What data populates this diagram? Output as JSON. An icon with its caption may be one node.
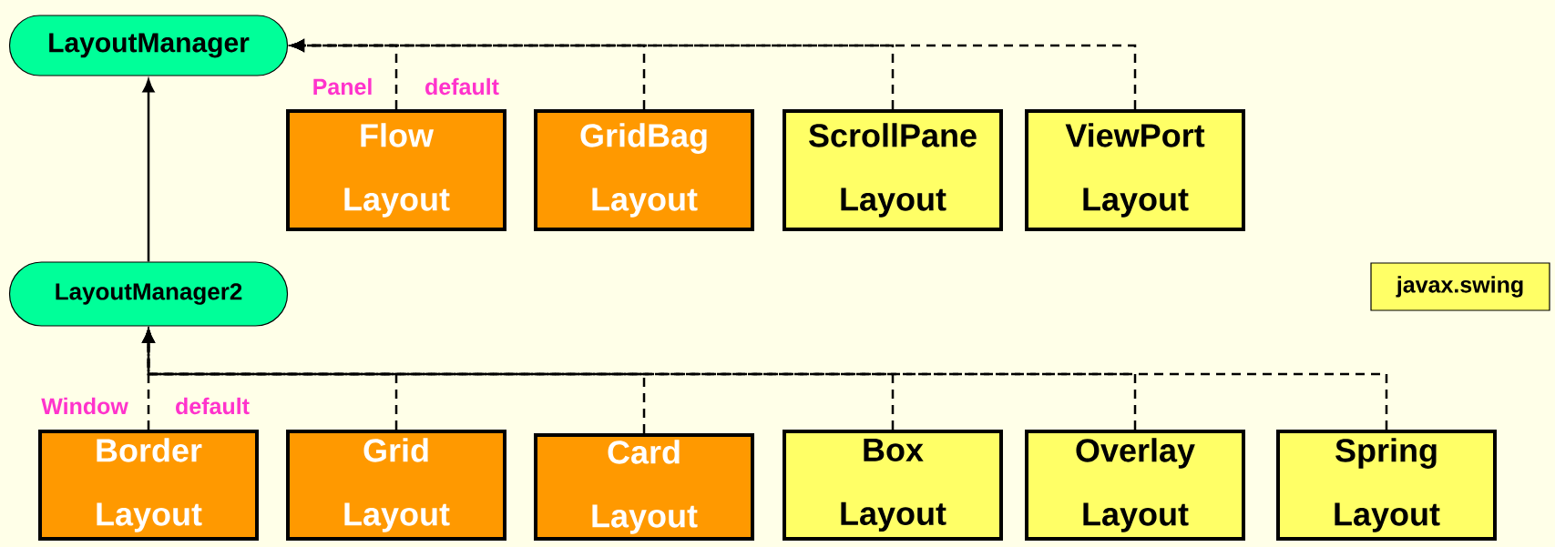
{
  "diagram": {
    "nodes": [
      {
        "text": [
          "LayoutManager"
        ]
      },
      {
        "text": [
          "LayoutManager2"
        ]
      },
      {
        "text": [
          "Flow Layout"
        ]
      },
      {
        "text": [
          "GridBag Layout"
        ]
      },
      {
        "text": [
          "ScrollPane Layout"
        ]
      },
      {
        "text": [
          "ViewPort Layout"
        ]
      },
      {
        "text": [
          "Border Layout"
        ]
      },
      {
        "text": [
          "Grid Layout"
        ]
      },
      {
        "text": [
          "Card Layout"
        ]
      },
      {
        "text": [
          "Box Layout"
        ]
      },
      {
        "text": [
          "Overlay Layout"
        ]
      },
      {
        "text": [
          "Spring Layout"
        ]
      }
    ],
    "edges": [
      {
        "from": 1,
        "to": 0,
        "arrow": "to"
      },
      {
        "from": 2,
        "to": 0,
        "arrow": "to",
        "style": "dashed"
      },
      {
        "from": 3,
        "to": 0,
        "arrow": "to",
        "style": "dashed"
      },
      {
        "from": 4,
        "to": 0,
        "arrow": "to",
        "style": "dashed"
      },
      {
        "from": 5,
        "to": 0,
        "arrow": "to",
        "style": "dashed"
      },
      {
        "from": 6,
        "to": 1,
        "arrow": "to",
        "style": "dashed"
      },
      {
        "from": 7,
        "to": 1,
        "arrow": "to",
        "style": "dashed"
      },
      {
        "from": 8,
        "to": 1,
        "arrow": "to",
        "style": "dashed"
      },
      {
        "from": 9,
        "to": 1,
        "arrow": "to",
        "style": "dashed"
      },
      {
        "from": 10,
        "to": 1,
        "arrow": "to",
        "style": "dashed"
      },
      {
        "from": 11,
        "to": 1,
        "arrow": "to",
        "style": "dashed"
      }
    ],
    "labels": [
      "Panel",
      "default",
      "Window",
      "default"
    ],
    "legend": [
      {
        "text": "javax.swing",
        "color": "#ffff66"
      }
    ]
  }
}
